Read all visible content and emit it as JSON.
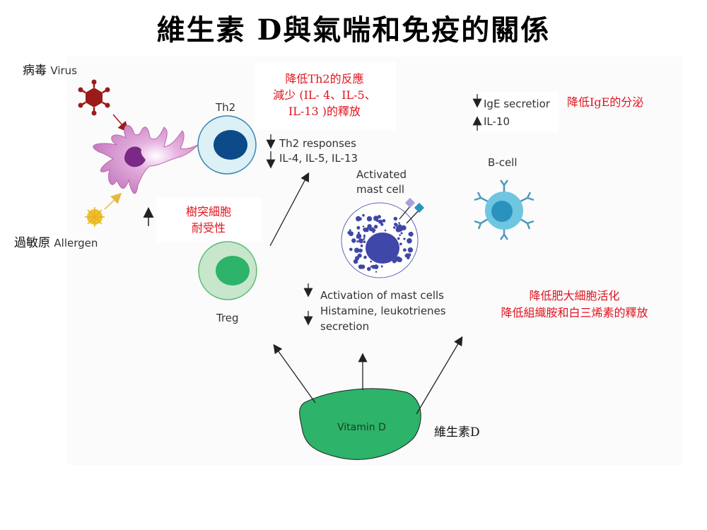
{
  "title": "維生素 D與氣喘和免疫的關係",
  "labels": {
    "virus_zh": "病毒",
    "virus_en": "Virus",
    "allergen_zh": "過敏原",
    "allergen_en": "Allergen",
    "th2": "Th2",
    "treg": "Treg",
    "activated_mast_cell_line1": "Activated",
    "activated_mast_cell_line2": "mast cell",
    "b_cell": "B-cell",
    "vitamin_d": "Vitamin D",
    "vitamin_d_zh": "維生素D"
  },
  "effects": {
    "th2": {
      "lines": [
        {
          "direction": "down",
          "text": "Th2 responses"
        },
        {
          "direction": "down",
          "text": "IL-4, IL-5, IL-13"
        }
      ],
      "annotation_zh": [
        "降低Th2的反應",
        "減少 (IL- 4、IL-5、",
        "IL-13 )的釋放"
      ]
    },
    "b_cell": {
      "lines": [
        {
          "direction": "down",
          "text": "IgE secretior"
        },
        {
          "direction": "up",
          "text": "IL-10"
        }
      ],
      "annotation_zh": [
        "降低IgE的分泌"
      ]
    },
    "mast_cell": {
      "lines": [
        {
          "direction": "down",
          "text": "Activation of mast cells"
        },
        {
          "direction": "down",
          "text": "Histamine, leukotrienes"
        },
        {
          "direction": "none",
          "text": "secretion"
        }
      ],
      "annotation_zh": [
        "降低肥大細胞活化",
        "降低組織胺和白三烯素的釋放"
      ]
    },
    "dendritic_cell": {
      "direction": "up",
      "annotation_zh": [
        "樹突細胞",
        "耐受性"
      ]
    }
  },
  "colors": {
    "annotation_red": "#e0141e",
    "virus": "#9b1b1b",
    "dendritic_cell": "#c77dc0",
    "dendritic_nucleus": "#7a2a86",
    "th2_cell": "#dcf0f5",
    "th2_nucleus": "#0d4a8a",
    "treg_cell": "#c8e6cc",
    "treg_nucleus": "#2db36a",
    "mast_granules": "#3f47a8",
    "b_cell": "#6ec6e0",
    "b_nucleus": "#2a93bd",
    "vitamin_d": "#2db36a",
    "allergen": "#f0c030"
  }
}
